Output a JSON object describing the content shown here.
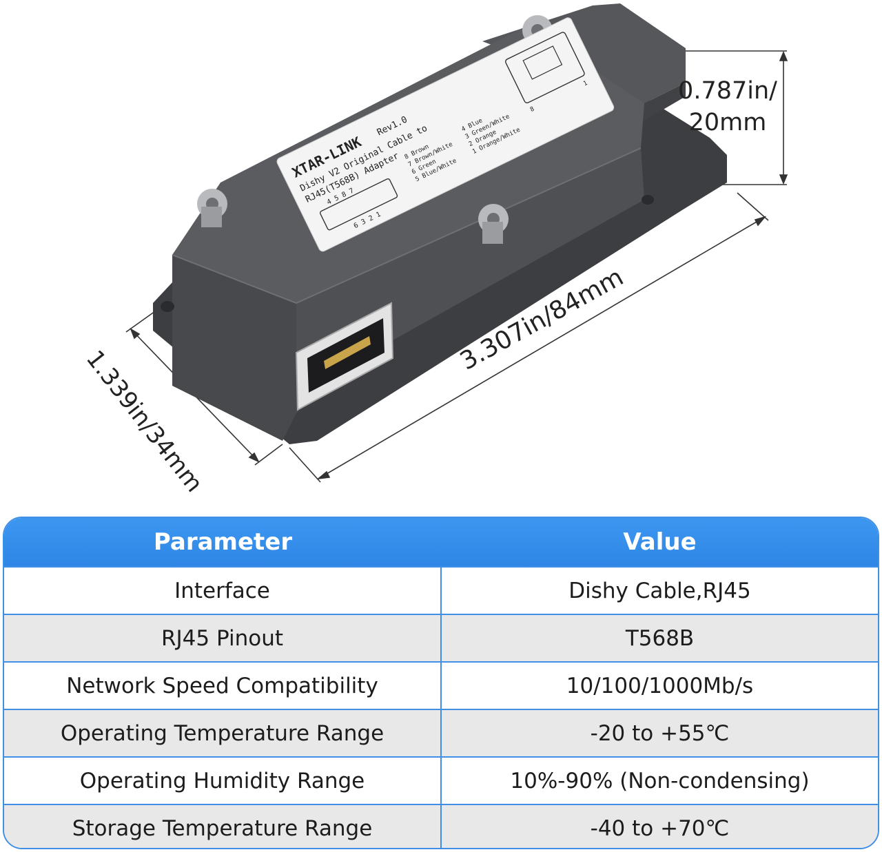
{
  "product": {
    "brand": "XTAR-LINK",
    "label_line1": "Dishy V2 Original Cable to",
    "label_line2": "RJ45(T568B) Adapter",
    "revision": "Rev1.0",
    "pin_numbers_top": "4 5   8 7",
    "pin_numbers_bottom": "6 3 2 1",
    "wires_left": [
      "8 Brown",
      "7 Brown/White",
      "6 Green",
      "5 Blue/White"
    ],
    "wires_right": [
      "4 Blue",
      "3 Green/White",
      "2 Orange",
      "1 Orange/White"
    ],
    "rj45_pin_first": "8",
    "rj45_pin_last": "1"
  },
  "dimensions": {
    "height_line1": "0.787in/",
    "height_line2": "20mm",
    "length": "3.307in/84mm",
    "width": "1.339in/34mm"
  },
  "table": {
    "header_parameter": "Parameter",
    "header_value": "Value",
    "rows": [
      {
        "parameter": "Interface",
        "value": "Dishy Cable,RJ45"
      },
      {
        "parameter": "RJ45 Pinout",
        "value": "T568B"
      },
      {
        "parameter": "Network Speed Compatibility",
        "value": "10/100/1000Mb/s"
      },
      {
        "parameter": "Operating Temperature Range",
        "value": "-20 to +55℃"
      },
      {
        "parameter": "Operating Humidity Range",
        "value": "10%-90% (Non-condensing)"
      },
      {
        "parameter": "Storage Temperature Range",
        "value": "-40 to +70℃"
      }
    ]
  },
  "colors": {
    "accent": "#3d97f0",
    "body_dark": "#4a4c50",
    "body_top": "#5c5e62",
    "row_alt": "#e8e8e8"
  }
}
